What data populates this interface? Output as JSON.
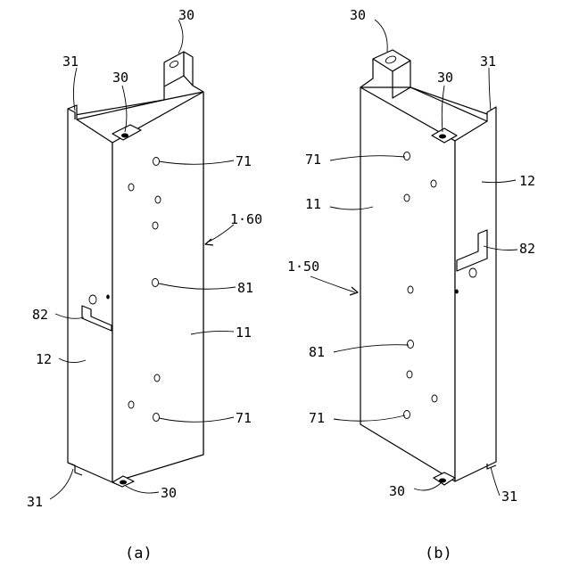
{
  "figure_a": {
    "caption": "(a)",
    "labels": {
      "l30_top": "30",
      "l31_left": "31",
      "l30_front": "30",
      "l71_top": "71",
      "l160": "1·60",
      "l81": "81",
      "l82": "82",
      "l11": "11",
      "l12": "12",
      "l71_bottom": "71",
      "l31_bottom": "31",
      "l30_bottom": "30"
    }
  },
  "figure_b": {
    "caption": "(b)",
    "labels": {
      "l30_top": "30",
      "l30_front": "30",
      "l31_right": "31",
      "l71_top": "71",
      "l12": "12",
      "l11": "11",
      "l82": "82",
      "l150": "1·50",
      "l81": "81",
      "l71_bottom": "71",
      "l30_bottom": "30",
      "l31_bottom": "31"
    }
  }
}
